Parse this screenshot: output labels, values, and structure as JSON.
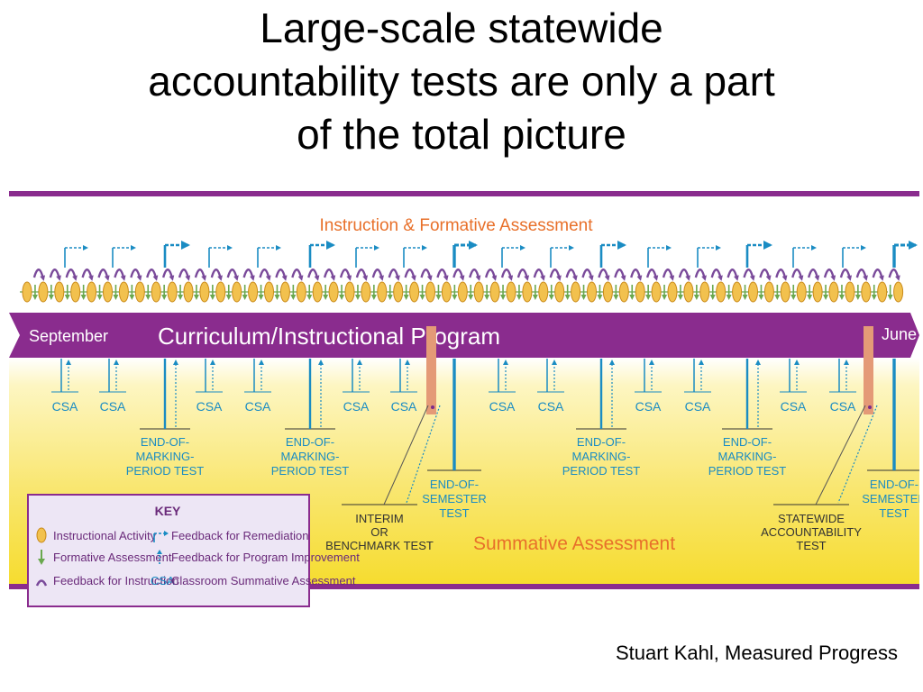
{
  "title_lines": [
    "Large-scale statewide",
    "accountability tests are only a part",
    "of the total picture"
  ],
  "credit": "Stuart Kahl, Measured Progress",
  "diagram": {
    "top_label": "Instruction & Formative Assessment",
    "band": {
      "start": "September",
      "middle": "Curriculum/Instructional Program",
      "end": "June"
    },
    "bottom_label": "Summative Assessment",
    "csa_label": "CSA",
    "tests": {
      "end_of_marking_period": [
        "END-OF-",
        "MARKING-",
        "PERIOD TEST"
      ],
      "end_of_semester": [
        "END-OF-",
        "SEMESTER",
        "TEST"
      ],
      "interim": [
        "INTERIM",
        "OR",
        "BENCHMARK TEST"
      ],
      "statewide": [
        "STATEWIDE",
        "ACCOUNTABILITY",
        "TEST"
      ]
    },
    "key": {
      "title": "KEY",
      "items": [
        {
          "icon": "instructional-activity-icon",
          "label": "Instructional Activity"
        },
        {
          "icon": "formative-assessment-icon",
          "label": "Formative Assessment"
        },
        {
          "icon": "feedback-instruction-icon",
          "label": "Feedback for Instruction"
        },
        {
          "icon": "feedback-remediation-icon",
          "label": "Feedback for Remediation"
        },
        {
          "icon": "feedback-program-icon",
          "label": "Feedback for Program Improvement"
        },
        {
          "icon": "csa-abbrev",
          "abbr": "CSA",
          "label": "Classroom Summative Assessment"
        }
      ]
    },
    "colors": {
      "purple": "#8a2c8e",
      "blue": "#1a8cc3",
      "orange_text": "#e8702a",
      "ellipse": "#f2c14e",
      "arrow_green": "#6aa84f",
      "salmon": "#e49a77",
      "yellow": "#f7e13a",
      "arc": "#7a4a9a"
    }
  }
}
